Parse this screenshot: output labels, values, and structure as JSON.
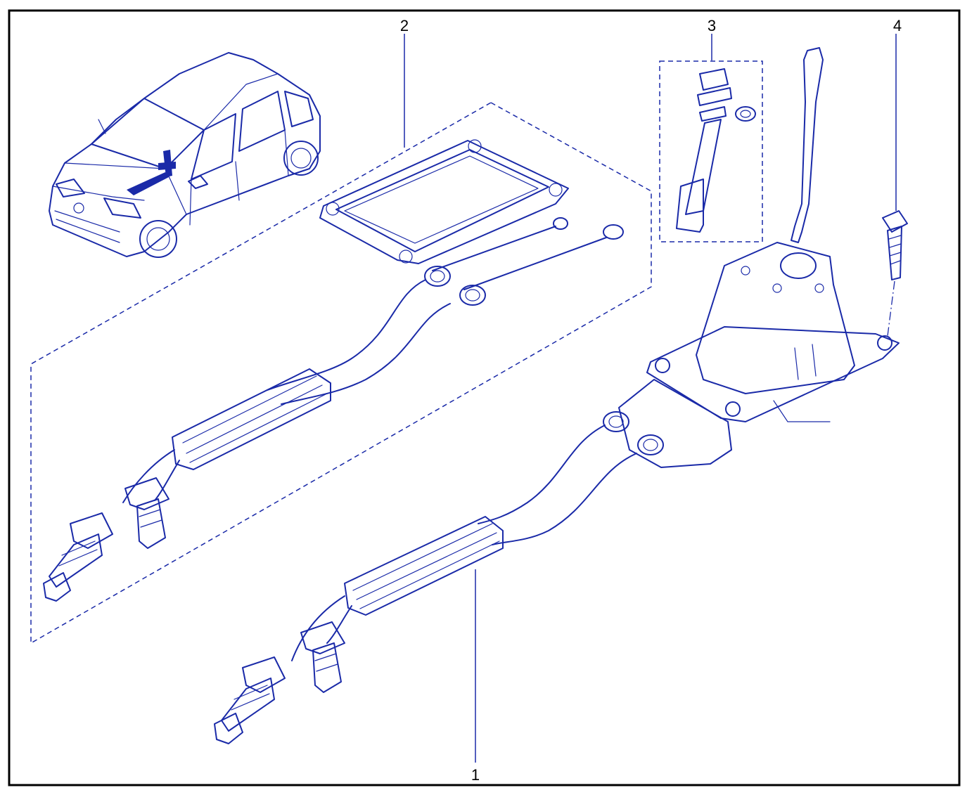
{
  "callouts": [
    {
      "id": "1",
      "label": "1"
    },
    {
      "id": "2",
      "label": "2"
    },
    {
      "id": "3",
      "label": "3"
    },
    {
      "id": "4",
      "label": "4"
    }
  ],
  "colors": {
    "ink": "#1a2aa8",
    "frame": "#000000",
    "background": "#ffffff"
  }
}
